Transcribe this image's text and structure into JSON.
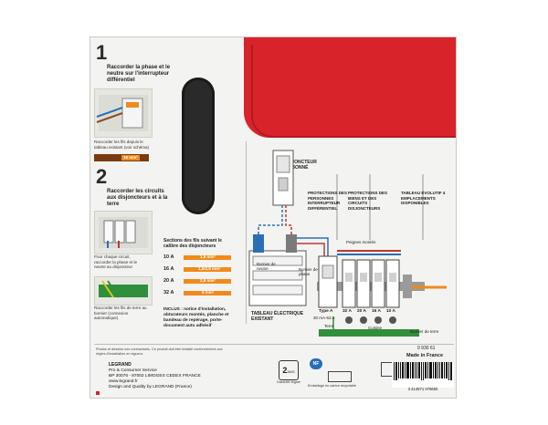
{
  "steps": {
    "step1": {
      "number": "1",
      "title": "Raccorder la phase et le neutre sur l'interrupteur différentiel",
      "caption": "Raccorder les fils depuis le tableau existant (voir schéma)",
      "wire_label": "16 mm²"
    },
    "step2": {
      "number": "2",
      "title": "Raccorder les circuits aux disjoncteurs et à la terre",
      "caption1": "Pour chaque circuit, raccorder la phase et le neutre au disjoncteur",
      "caption2": "Raccorder les fils de terre au bornier (connexion automatique)"
    }
  },
  "wire_sections": {
    "heading": "Sections des fils suivant le calibre des disjoncteurs",
    "rows": [
      {
        "rating": "10 A",
        "section": "1,5 mm²",
        "color": "#f08a1a"
      },
      {
        "rating": "16 A",
        "section": "1,5/2,5 mm²",
        "color": "#f08a1a"
      },
      {
        "rating": "20 A",
        "section": "2,5 mm²",
        "color": "#f08a1a"
      },
      {
        "rating": "32 A",
        "section": "6 mm²",
        "color": "#f08a1a"
      }
    ],
    "included": "INCLUS : notice d'installation, obturateurs montés, planche et bandeau de repérage, porte-document auto adhésif"
  },
  "diagram": {
    "disjoncteur_label": "DISJONCTEUR D'ABONNÉ",
    "bornier_neutre": "Bornier de neutre",
    "bornier_phase": "Bornier de phase",
    "tableau_existant": "TABLEAU ÉLECTRIQUE EXISTANT",
    "col1": "PROTECTIONS DES PERSONNES interrupteur différentiel",
    "col2": "PROTECTIONS DES BIENS ET DES CIRCUITS disjoncteurs",
    "col3": "TABLEAU ÉVOLUTIF 4 emplacements disponibles",
    "peignes": "Peignes montés",
    "type_a": "Type A",
    "type_a_rating": "30 mA-63 A",
    "ratings": [
      "32 A",
      "20 A",
      "16 A",
      "10 A"
    ],
    "cuisine": "Cuisine",
    "terre": "Terre",
    "bornier_terre": "Bornier de terre"
  },
  "footer": {
    "legal_note": "Photos et dessins non contractuels. Ce produit doit être installé conformément aux règles d'installation en vigueur.",
    "brand": "LEGRAND",
    "service": "Pro & Consumer Service",
    "address": "BP 30076 - 87002 LIMOGES CEDEX FRANCE",
    "website": "www.legrand.fr",
    "design": "Design and Quality by LEGRAND (France)",
    "guarantee_years": "2",
    "guarantee_unit": "ANS",
    "guarantee_text": "Garantie légale",
    "cert": "NF",
    "recycle": "Emballage en carton recyclable",
    "ref": "0 930 61",
    "made_in": "Made in France",
    "barcode_digits": "3 414971 076660"
  },
  "colors": {
    "red_flap": "#d9232b",
    "orange": "#f08a1a",
    "green_bar": "#2f8f3a",
    "blue_wire": "#2a6fb5",
    "handle": "#2a2a2a"
  }
}
